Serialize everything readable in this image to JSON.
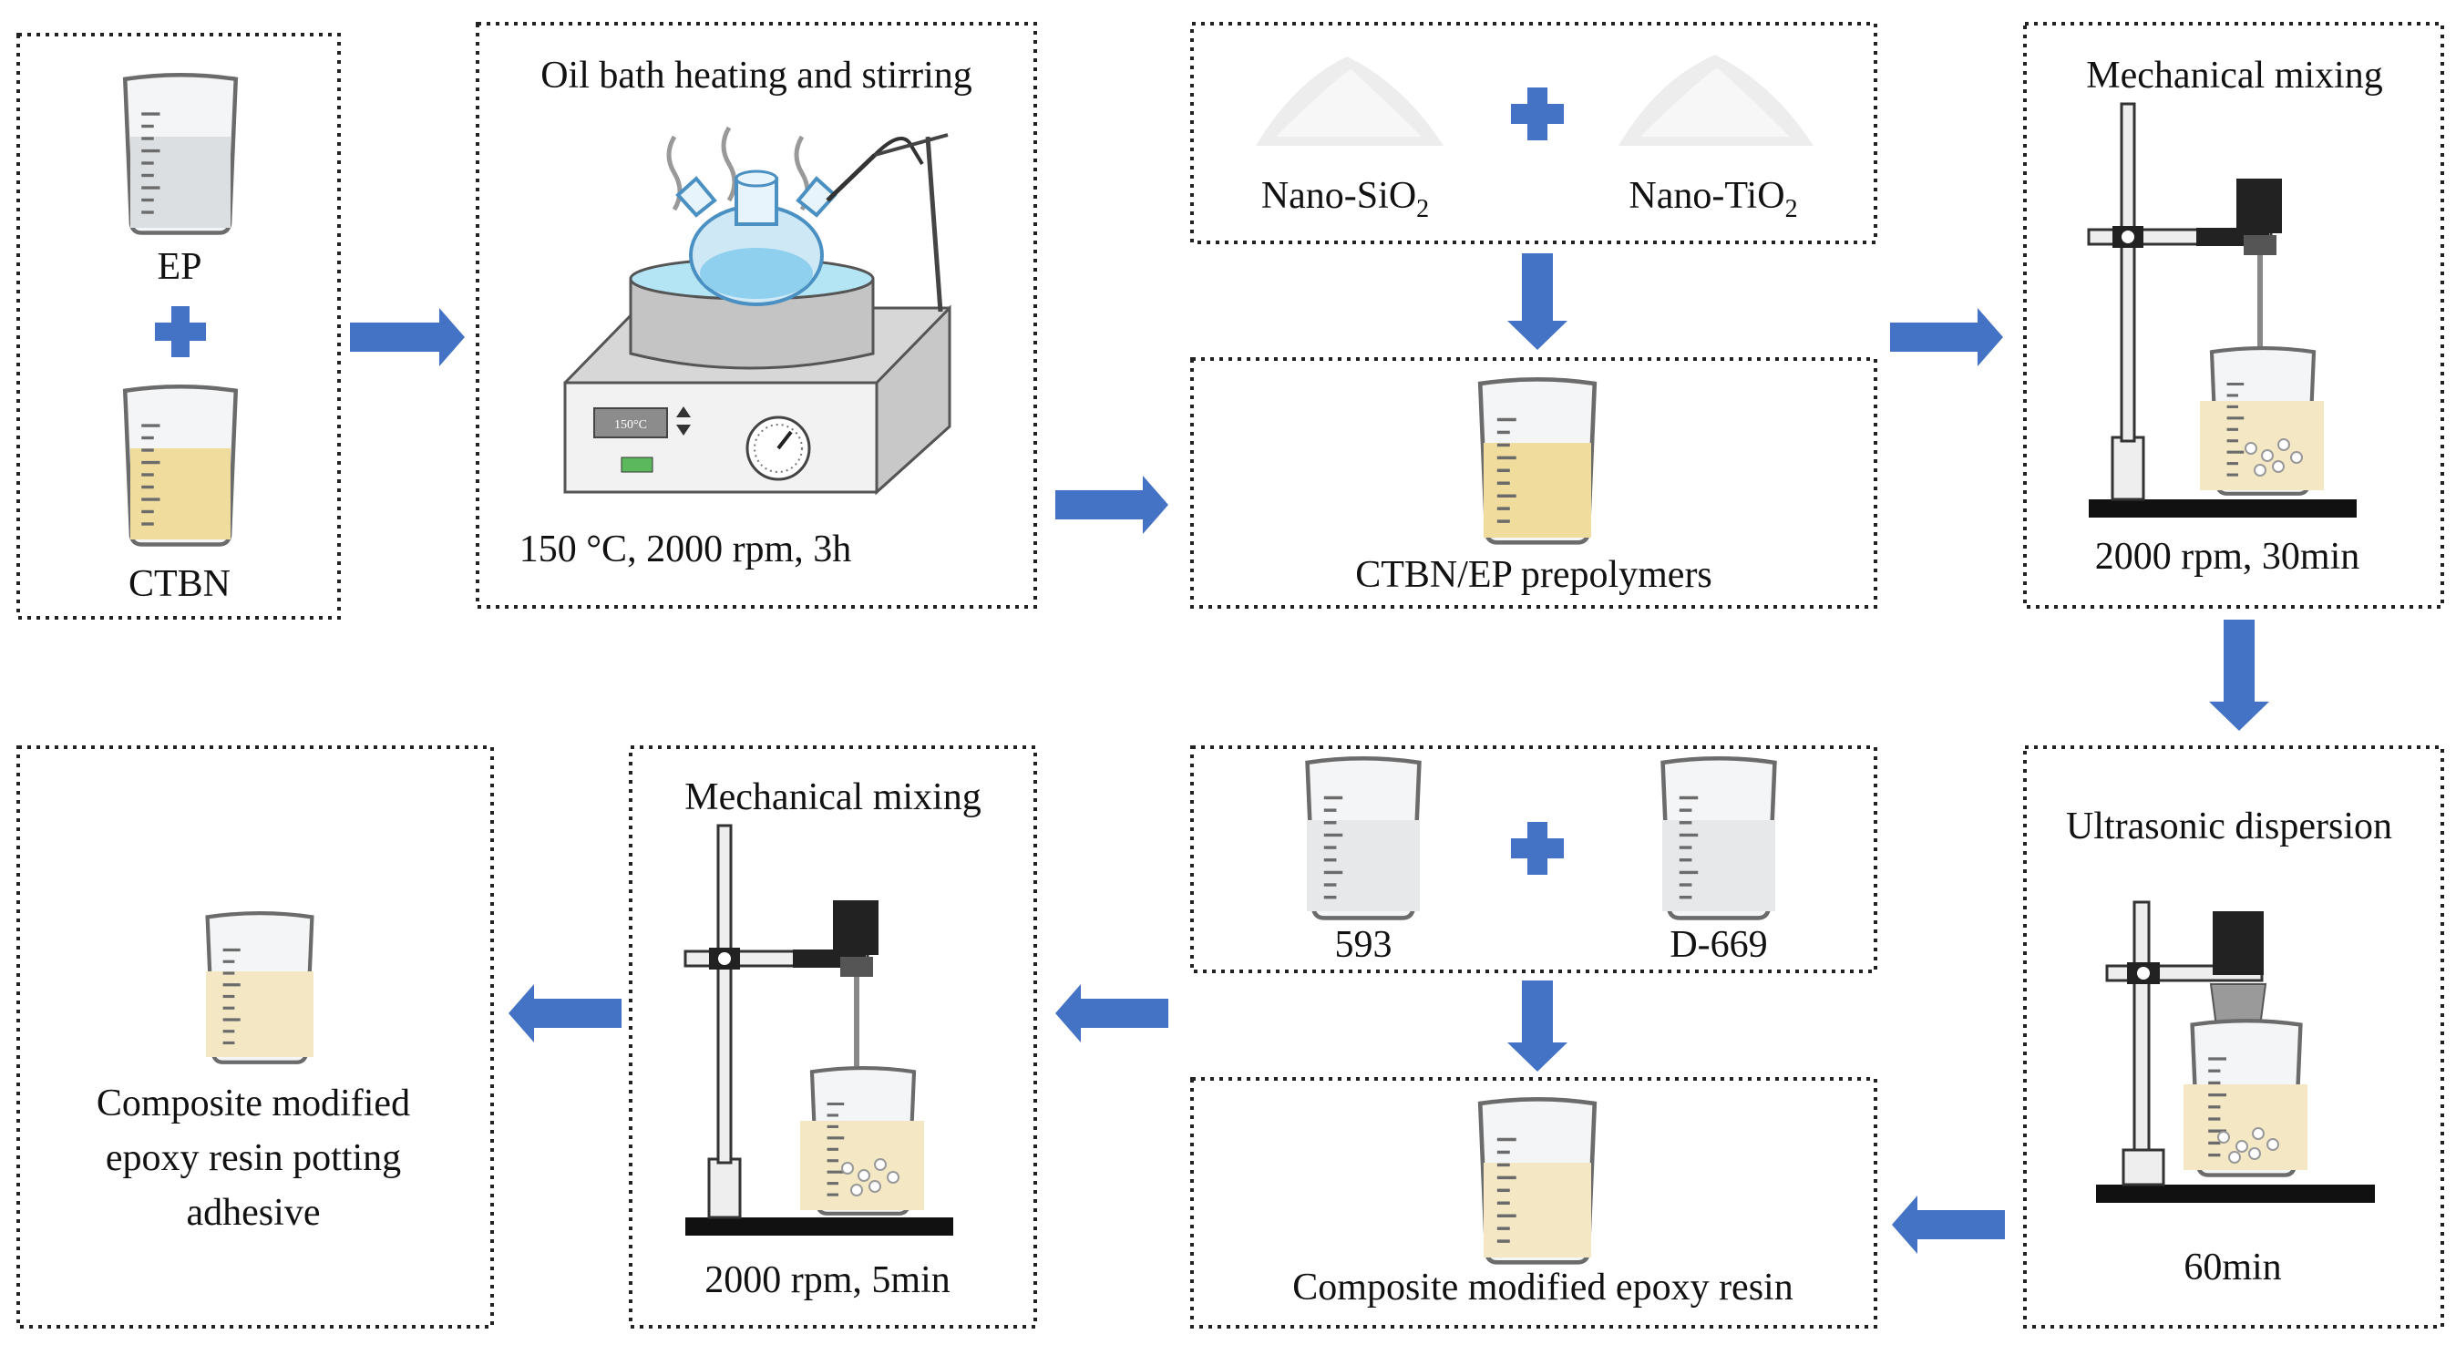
{
  "colors": {
    "arrow": "#4472C4",
    "plus": "#4472C4",
    "clear_liquid": "#e6e8ea",
    "ctbn_liquid": "#f0dc9c",
    "resin_liquid": "#f4e8c4",
    "border": "#222222"
  },
  "boxes": {
    "raw": {
      "label_ep": "EP",
      "label_ctbn": "CTBN",
      "icons": [
        "beaker-icon",
        "plus-icon",
        "beaker-icon"
      ]
    },
    "oil_bath": {
      "title": "Oil bath heating and stirring",
      "params": "150 °C, 2000 rpm, 3h",
      "display": "150°C",
      "icons": [
        "hot-plate-icon",
        "oil-bath-icon",
        "flask-icon",
        "thermometer-icon"
      ]
    },
    "nano": {
      "sio2_label": "Nano-SiO",
      "sio2_sub": "2",
      "tio2_label": "Nano-TiO",
      "tio2_sub": "2",
      "icons": [
        "powder-pile-icon",
        "plus-icon",
        "powder-pile-icon"
      ]
    },
    "prepolymer": {
      "label": "CTBN/EP prepolymers",
      "icons": [
        "beaker-icon"
      ]
    },
    "mech_mix_1": {
      "title": "Mechanical mixing",
      "params": "2000 rpm, 30min",
      "icons": [
        "stirrer-stand-icon",
        "beaker-icon"
      ]
    },
    "ultrasonic": {
      "title": "Ultrasonic dispersion",
      "params": "60min",
      "icons": [
        "ultrasonic-probe-icon",
        "beaker-icon"
      ]
    },
    "hardeners": {
      "label_593": "593",
      "label_d669": "D-669",
      "icons": [
        "beaker-icon",
        "plus-icon",
        "beaker-icon"
      ]
    },
    "composite_resin": {
      "label": "Composite modified epoxy resin",
      "icons": [
        "beaker-icon"
      ]
    },
    "mech_mix_2": {
      "title": "Mechanical mixing",
      "params": "2000 rpm, 5min",
      "icons": [
        "stirrer-stand-icon",
        "beaker-icon"
      ]
    },
    "final": {
      "line1": "Composite modified",
      "line2": "epoxy resin potting",
      "line3": "adhesive",
      "icons": [
        "beaker-icon"
      ]
    }
  },
  "flow": [
    "raw",
    "oil_bath",
    "prepolymer",
    "mech_mix_1",
    "ultrasonic",
    "composite_resin",
    "mech_mix_2",
    "final"
  ]
}
